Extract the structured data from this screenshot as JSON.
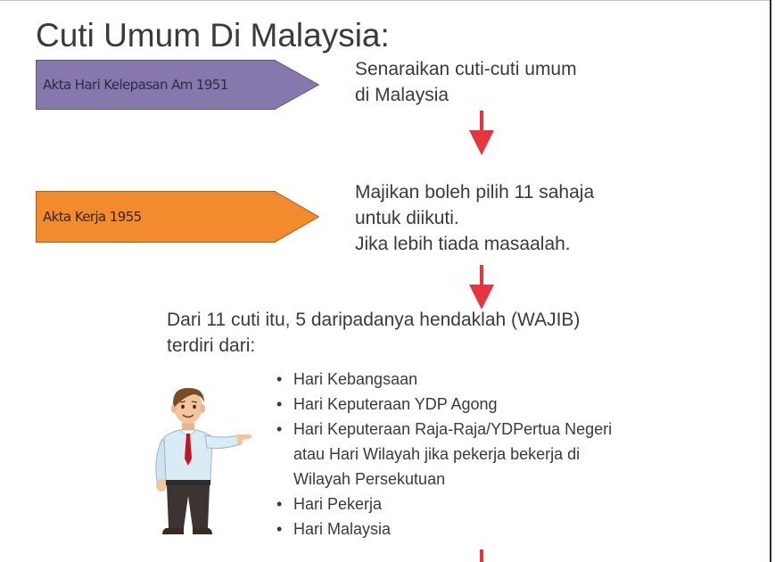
{
  "title": "Cuti Umum Di Malaysia:",
  "colors": {
    "tag_1_fill": "#8677ad",
    "tag_2_fill": "#f28a2e",
    "arrow": "#e8343f",
    "text": "#3a3a3a"
  },
  "steps": [
    {
      "tag_label": "Akta Hari Kelepasan Am 1951",
      "lines": [
        "Senaraikan cuti-cuti umum",
        "di Malaysia"
      ]
    },
    {
      "tag_label": "Akta Kerja 1955",
      "lines": [
        "Majikan boleh pilih 11 sahaja",
        "untuk diikuti.",
        "Jika lebih tiada masaalah."
      ]
    }
  ],
  "wajib": {
    "lines": [
      "Dari 11 cuti itu, 5 daripadanya hendaklah (WAJIB)",
      "terdiri dari:"
    ],
    "items": [
      {
        "lines": [
          "Hari Kebangsaan"
        ]
      },
      {
        "lines": [
          "Hari Keputeraan YDP Agong"
        ]
      },
      {
        "lines": [
          "Hari Keputeraan Raja-Raja/YDPertua Negeri",
          "atau Hari Wilayah jika pekerja bekerja di",
          "Wilayah Persekutuan"
        ]
      },
      {
        "lines": [
          "Hari Pekerja"
        ]
      },
      {
        "lines": [
          "Hari Malaysia"
        ]
      }
    ]
  },
  "icons": {
    "arrows": "down-arrow-icon",
    "figure": "pointing-man-illustration"
  }
}
